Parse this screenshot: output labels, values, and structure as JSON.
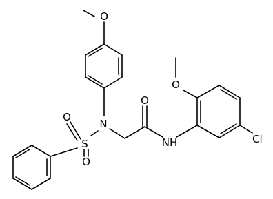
{
  "molecule": {
    "labels": {
      "methoxy_o_top": "O",
      "sulfonamide_n": "N",
      "sulfonyl_o_upper": "O",
      "sulfonyl_s": "S",
      "sulfonyl_o_lower": "O",
      "carbonyl_o": "O",
      "amide_nh": "NH",
      "methoxy_o_right": "O",
      "chloro": "Cl"
    }
  }
}
